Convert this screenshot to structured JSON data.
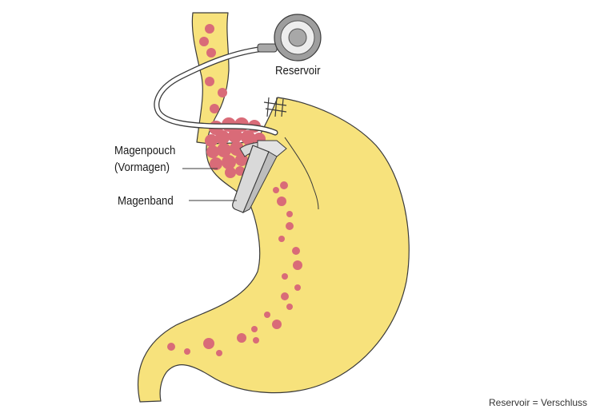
{
  "labels": {
    "reservoir": "Reservoir",
    "pouch_line1": "Magenpouch",
    "pouch_line2": "(Vormagen)",
    "band": "Magenband"
  },
  "footnote": "Reservoir = Verschluss",
  "colors": {
    "stomach_fill": "#F7E27C",
    "outline": "#3a3a3a",
    "dots": "#D96B78",
    "band": "#D9D9D9",
    "reservoir": "#9E9E9E"
  }
}
